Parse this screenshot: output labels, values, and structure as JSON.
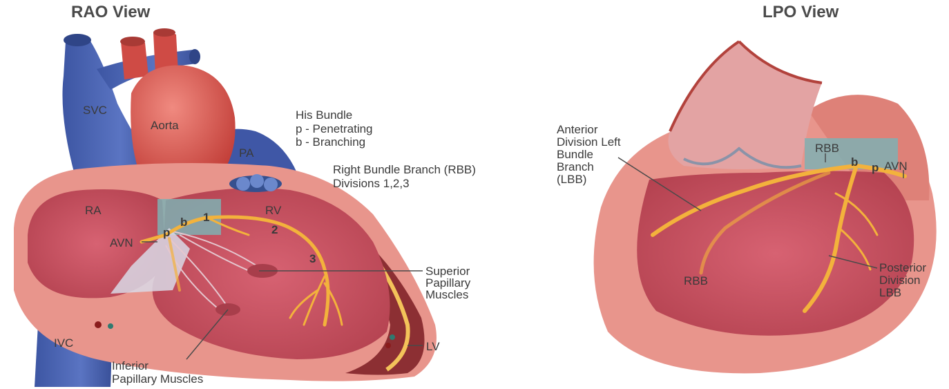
{
  "rao": {
    "title": "RAO View",
    "labels": {
      "svc": "SVC",
      "aorta": "Aorta",
      "pa": "PA",
      "ra": "RA",
      "rv": "RV",
      "avn": "AVN",
      "ivc": "IVC",
      "lv": "LV",
      "p": "p",
      "b": "b",
      "div1": "1",
      "div2": "2",
      "div3": "3",
      "his_title": "His Bundle",
      "his_p": "p - Penetrating",
      "his_b": "b -  Branching",
      "rbb_line1": "Right Bundle Branch (RBB)",
      "rbb_line2": "Divisions 1,2,3",
      "sup_pap_1": "Superior",
      "sup_pap_2": "Papillary",
      "sup_pap_3": "Muscles",
      "inf_pap_1": "Inferior",
      "inf_pap_2": "Papillary Muscles"
    }
  },
  "lpo": {
    "title": "LPO View",
    "labels": {
      "ant_1": "Anterior",
      "ant_2": "Division Left",
      "ant_3": "Bundle",
      "ant_4": "Branch",
      "ant_5": "(LBB)",
      "rbb_top": "RBB",
      "b": "b",
      "p": "p",
      "avn": "AVN",
      "rbb_bottom": "RBB",
      "post_1": "Posterior",
      "post_2": "Division",
      "post_3": "LBB"
    }
  },
  "colors": {
    "vein_blue": "#4a64b0",
    "aorta_red": "#d9534a",
    "myocardium": "#e58e86",
    "chamber": "#c64e5f",
    "conduction": "#f3b23c",
    "his_region": "#7fb0b3"
  }
}
